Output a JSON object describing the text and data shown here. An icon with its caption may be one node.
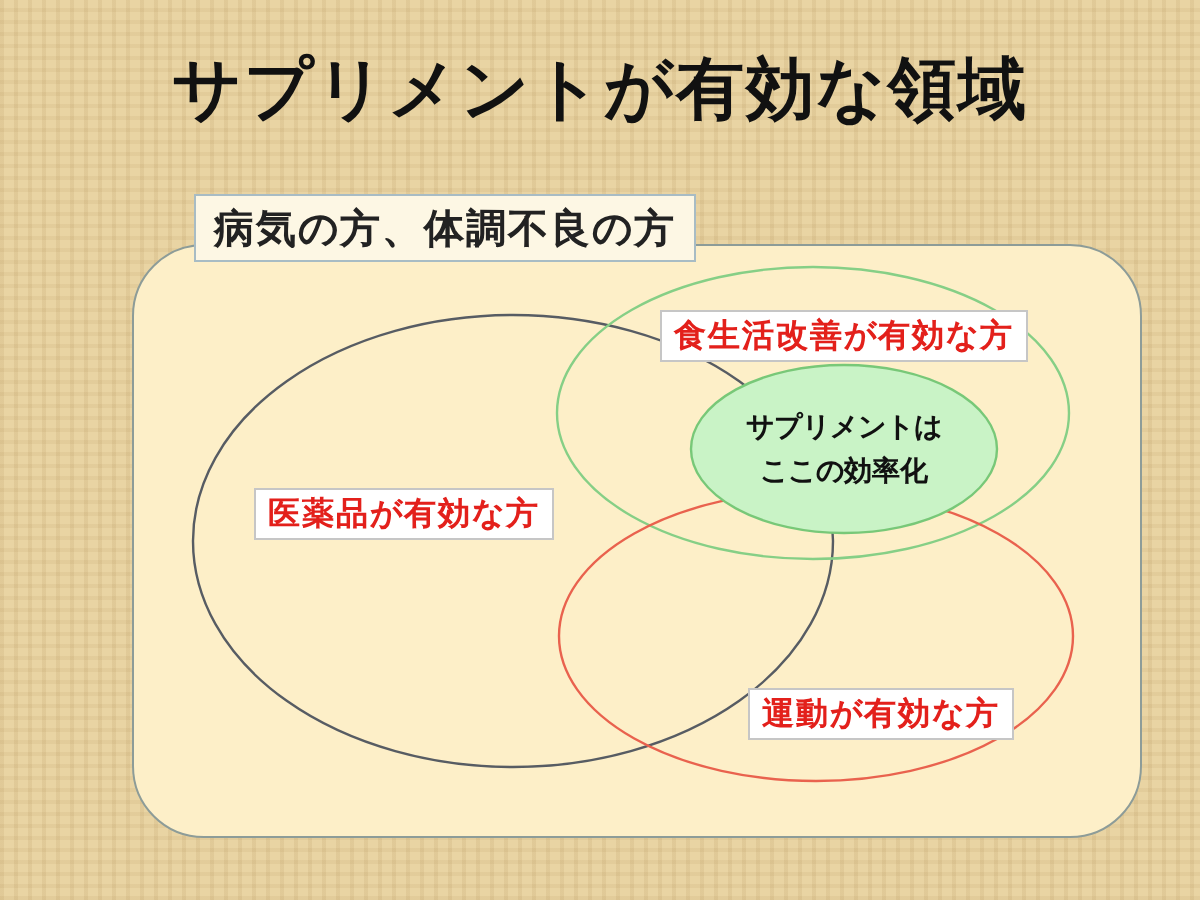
{
  "diagram": {
    "title": "サプリメントが有効な領域",
    "nodes": [
      {
        "text": [
          "病気の方、体調不良の方"
        ]
      },
      {
        "text": [
          "医薬品が有効な方"
        ],
        "in": 0
      },
      {
        "text": [
          "食生活改善が有効な方"
        ],
        "in": 0
      },
      {
        "text": [
          "運動が有効な方"
        ],
        "in": 0
      },
      {
        "text": [
          "サプリメントはここの効率化"
        ],
        "in": 2
      }
    ]
  }
}
